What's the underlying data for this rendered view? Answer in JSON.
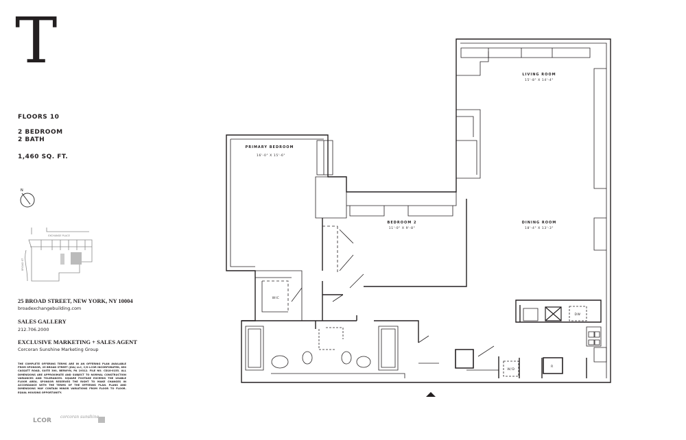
{
  "brand": {
    "letter": "T"
  },
  "unit": {
    "floors": "FLOORS 10",
    "bedrooms": "2 BEDROOM",
    "baths": "2 BATH",
    "area": "1,460 SQ. FT."
  },
  "keyplan": {
    "street_top": "EXCHANGE PLACE",
    "street_left": "BROAD ST",
    "north": "N"
  },
  "contact": {
    "address": "25 BROAD STREET, NEW YORK, NY 10004",
    "website": "broadexchangebuilding.com",
    "gallery_label": "SALES GALLERY",
    "gallery_phone": "212.706.2000",
    "agent_label": "EXCLUSIVE MARKETING + SALES AGENT",
    "agent_name": "Corcoran Sunshine Marketing Group"
  },
  "legal": "THE COMPLETE OFFERING TERMS ARE IN AN OFFERING PLAN AVAILABLE FROM SPONSOR, 25 BROAD STREET (JOA) LLC, C/O LCOR INCORPORATED, 850 CASSATT ROAD, SUITE 300, BERWYN, PA 19312. FILE NO. CD18-0155. ALL DIMENSIONS ARE APPROXIMATE AND SUBJECT TO NORMAL CONSTRUCTION VARIANCES AND TOLERANCES. SQUARE FOOTAGE EXCEEDS THE USABLE FLOOR AREA. SPONSOR RESERVES THE RIGHT TO MAKE CHANGES IN ACCORDANCE WITH THE TERMS OF THE OFFERING PLAN. PLANS AND DIMENSIONS MAY CONTAIN MINOR VARIATIONS FROM FLOOR TO FLOOR. EQUAL HOUSING OPPORTUNITY.",
  "footer_logos": {
    "lcor": "LCOR",
    "corcoran": "corcoran sunshine"
  },
  "rooms": {
    "living": {
      "name": "LIVING ROOM",
      "dims": "15'-8\" X 14'-4\""
    },
    "primary": {
      "name": "PRIMARY BEDROOM",
      "dims": "16'-0\" X 15'-6\""
    },
    "bedroom2": {
      "name": "BEDROOM 2",
      "dims": "11'-0\" X 9'-8\""
    },
    "dining": {
      "name": "DINING ROOM",
      "dims": "18'-4\" X 13'-3\""
    },
    "wic": "WIC",
    "wd": "W/D",
    "dw": "DW",
    "fridge": "R"
  }
}
